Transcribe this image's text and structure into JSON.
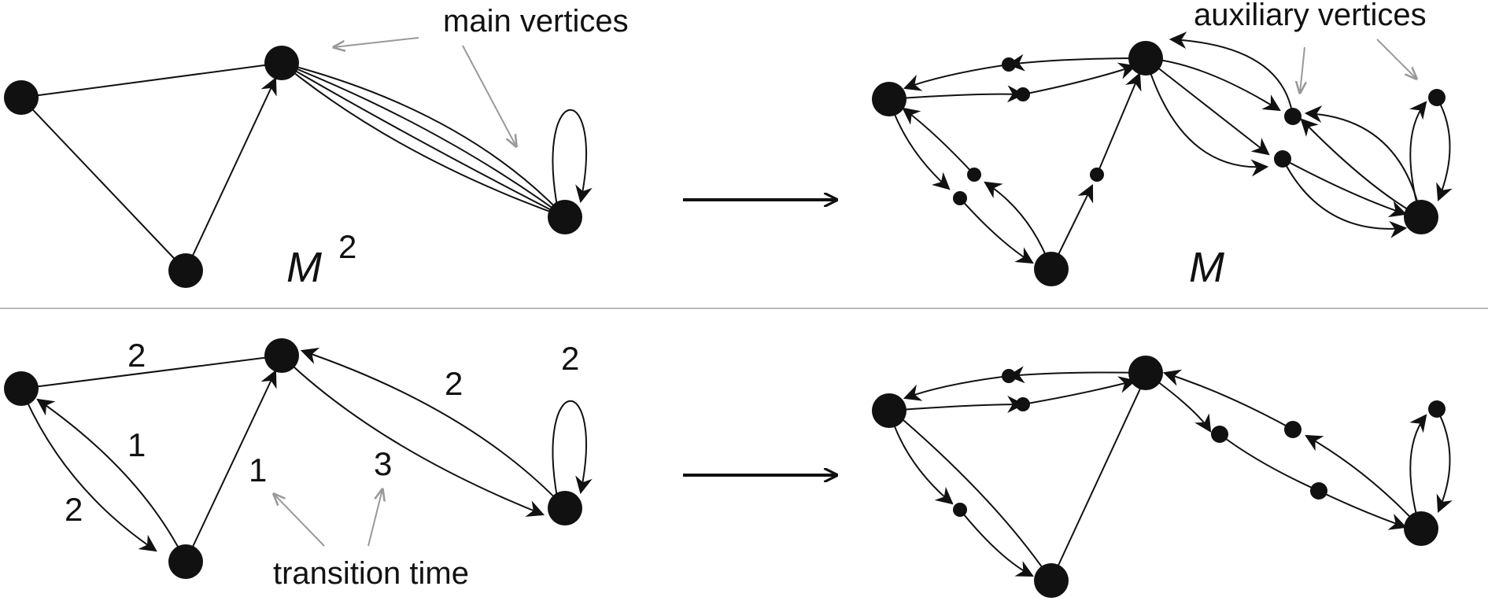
{
  "labels": {
    "top_left_matrix": "M",
    "top_left_exponent": "2",
    "top_right_matrix": "M",
    "main_vertices": "main vertices",
    "auxiliary_vertices": "auxiliary vertices",
    "transition_time": "transition time"
  },
  "weights": [
    "2",
    "1",
    "2",
    "2",
    "2",
    "1",
    "3"
  ],
  "colors": {
    "ink": "#111111",
    "pointer": "#999999",
    "divider": "#bbbbbb"
  }
}
